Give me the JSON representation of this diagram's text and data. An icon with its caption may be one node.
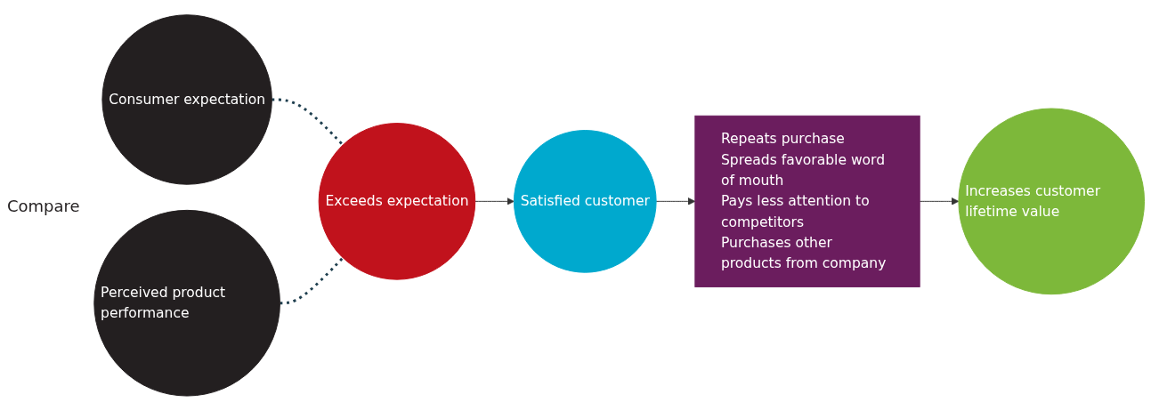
{
  "diagram": {
    "nodes": [
      {
        "text": [
          "Consumer expectation"
        ]
      },
      {
        "text": [
          "Perceived product performance"
        ]
      },
      {
        "text": [
          "Exceeds expectation"
        ]
      },
      {
        "text": [
          "Satisfied customer"
        ]
      },
      {
        "text": [
          "Repeats purchase",
          "Spreads favorable word of mouth",
          "Pays less attention to competitors",
          "Purchases other products from company"
        ]
      },
      {
        "text": [
          "Increases customer lifetime value"
        ]
      }
    ],
    "edges": [
      {
        "from": 0,
        "to": 2,
        "arrow": "none",
        "style": "dashed",
        "color": "#1f3f4f"
      },
      {
        "from": 1,
        "to": 2,
        "arrow": "none",
        "style": "dashed",
        "color": "#1f3f4f"
      },
      {
        "from": 2,
        "to": 3,
        "arrow": "to"
      },
      {
        "from": 3,
        "to": 4,
        "arrow": "to"
      },
      {
        "from": 4,
        "to": 5,
        "arrow": "to"
      }
    ],
    "labels": [
      "Compare"
    ]
  }
}
